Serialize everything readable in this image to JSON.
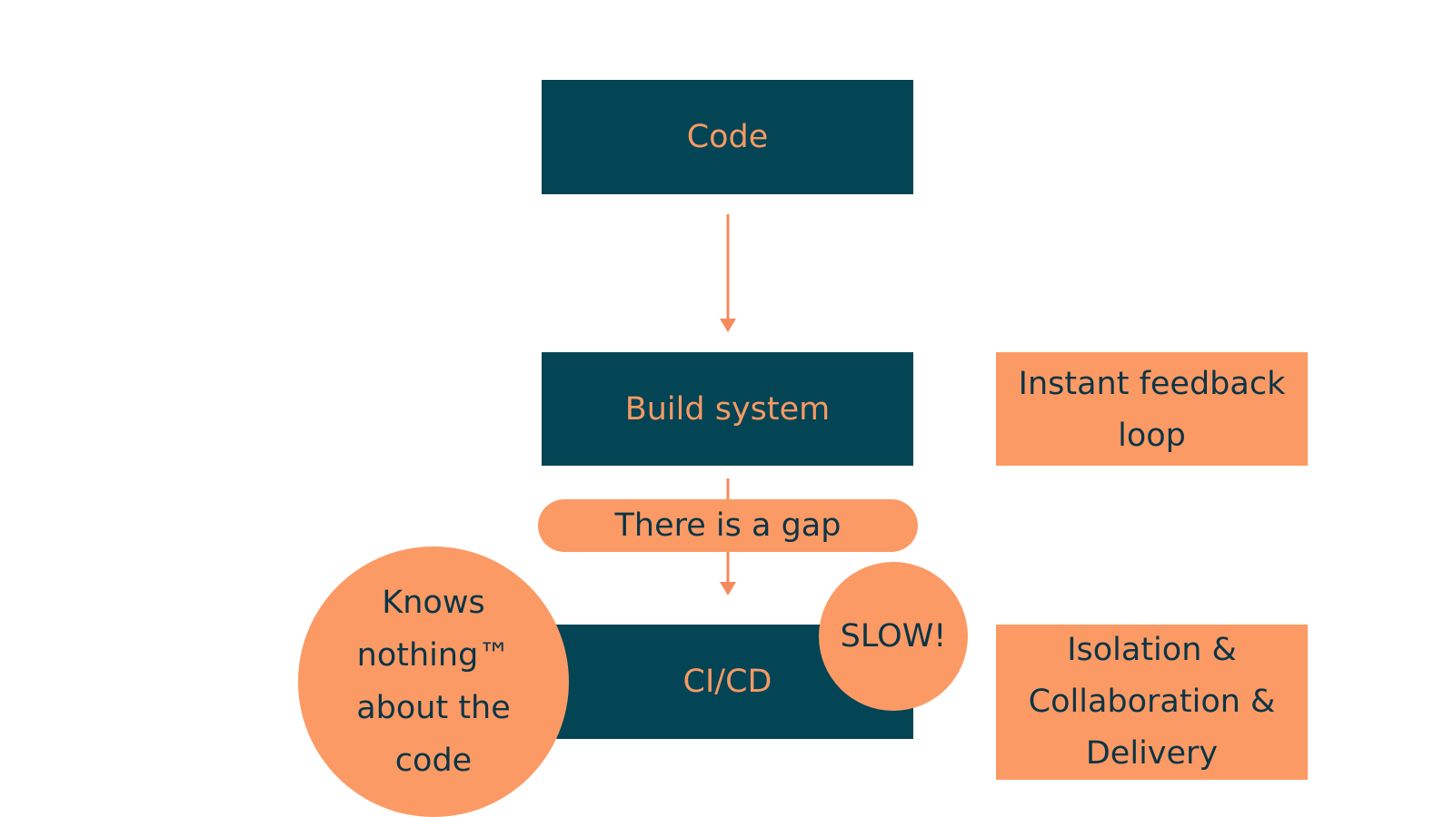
{
  "nodes": {
    "code": "Code",
    "build_system": "Build system",
    "cicd": "CI/CD"
  },
  "callouts": {
    "gap": "There is a gap",
    "slow": "SLOW!",
    "knows_nothing": [
      "Knows",
      "nothing™",
      "about the",
      "code"
    ],
    "instant_feedback": [
      "Instant feedback",
      "loop"
    ],
    "isolation": [
      "Isolation &",
      "Collaboration &",
      "Delivery"
    ]
  },
  "colors": {
    "dark_box": "#034455",
    "dark_box_text": "#f59a63",
    "orange_fill": "#fc9a65",
    "orange_text": "#0b3546",
    "arrow": "#f58b5c"
  }
}
